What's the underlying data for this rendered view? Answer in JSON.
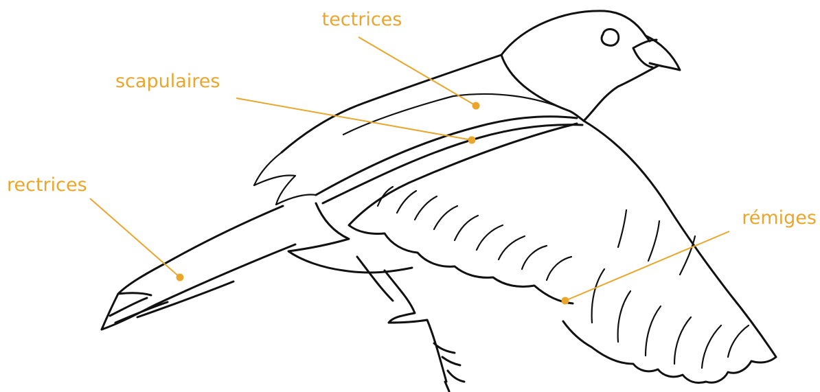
{
  "diagram": {
    "accent_color": "#E8A62D",
    "line_color": "#111111",
    "labels": {
      "tectrices": "tectrices",
      "scapulaires": "scapulaires",
      "rectrices": "rectrices",
      "remiges": "rémiges"
    }
  }
}
